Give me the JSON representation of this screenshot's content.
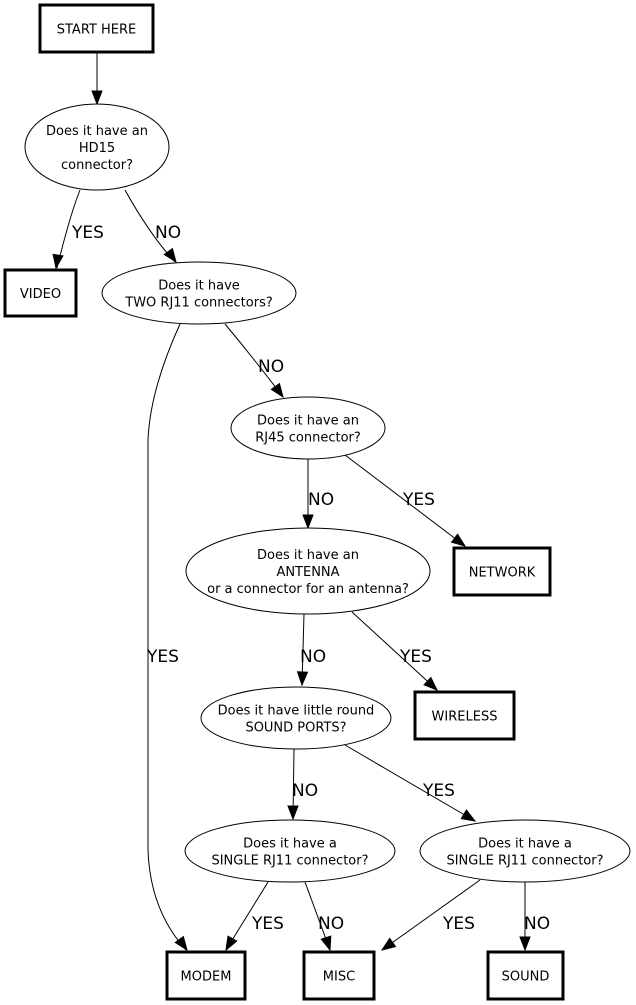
{
  "diagram": {
    "type": "flowchart",
    "nodes": {
      "start": {
        "kind": "box",
        "lines": [
          "START HERE"
        ]
      },
      "q_hd15": {
        "kind": "decision",
        "lines": [
          "Does it have an",
          "HD15",
          "connector?"
        ]
      },
      "video": {
        "kind": "box",
        "lines": [
          "VIDEO"
        ]
      },
      "q_two_rj11": {
        "kind": "decision",
        "lines": [
          "Does it have",
          "TWO RJ11 connectors?"
        ]
      },
      "q_rj45": {
        "kind": "decision",
        "lines": [
          "Does it have an",
          "RJ45 connector?"
        ]
      },
      "network": {
        "kind": "box",
        "lines": [
          "NETWORK"
        ]
      },
      "q_antenna": {
        "kind": "decision",
        "lines": [
          "Does it have an",
          "ANTENNA",
          "or a connector for an antenna?"
        ]
      },
      "wireless": {
        "kind": "box",
        "lines": [
          "WIRELESS"
        ]
      },
      "q_sound_ports": {
        "kind": "decision",
        "lines": [
          "Does it have little round",
          "SOUND PORTS?"
        ]
      },
      "q_single_rj11_a": {
        "kind": "decision",
        "lines": [
          "Does it have a",
          "SINGLE RJ11 connector?"
        ]
      },
      "q_single_rj11_b": {
        "kind": "decision",
        "lines": [
          "Does it have a",
          "SINGLE RJ11 connector?"
        ]
      },
      "modem": {
        "kind": "box",
        "lines": [
          "MODEM"
        ]
      },
      "misc": {
        "kind": "box",
        "lines": [
          "MISC"
        ]
      },
      "sound": {
        "kind": "box",
        "lines": [
          "SOUND"
        ]
      }
    },
    "edges": [
      {
        "from": "start",
        "to": "q_hd15",
        "label": ""
      },
      {
        "from": "q_hd15",
        "to": "video",
        "label": "YES"
      },
      {
        "from": "q_hd15",
        "to": "q_two_rj11",
        "label": "NO"
      },
      {
        "from": "q_two_rj11",
        "to": "q_rj45",
        "label": "NO"
      },
      {
        "from": "q_two_rj11",
        "to": "modem",
        "label": "YES"
      },
      {
        "from": "q_rj45",
        "to": "q_antenna",
        "label": "NO"
      },
      {
        "from": "q_rj45",
        "to": "network",
        "label": "YES"
      },
      {
        "from": "q_antenna",
        "to": "q_sound_ports",
        "label": "NO"
      },
      {
        "from": "q_antenna",
        "to": "wireless",
        "label": "YES"
      },
      {
        "from": "q_sound_ports",
        "to": "q_single_rj11_a",
        "label": "NO"
      },
      {
        "from": "q_sound_ports",
        "to": "q_single_rj11_b",
        "label": "YES"
      },
      {
        "from": "q_single_rj11_a",
        "to": "modem",
        "label": "YES"
      },
      {
        "from": "q_single_rj11_a",
        "to": "misc",
        "label": "NO"
      },
      {
        "from": "q_single_rj11_b",
        "to": "misc",
        "label": "YES"
      },
      {
        "from": "q_single_rj11_b",
        "to": "sound",
        "label": "NO"
      }
    ]
  }
}
